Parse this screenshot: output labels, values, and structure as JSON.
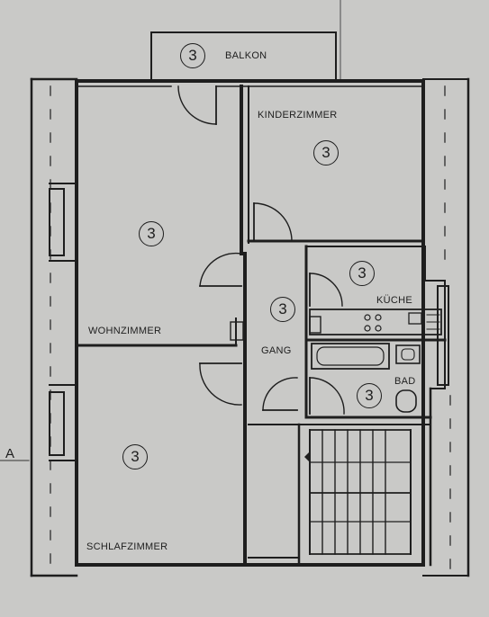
{
  "plan": {
    "rooms": [
      {
        "id": "balkon",
        "label": "BALKON",
        "number": "3"
      },
      {
        "id": "kinderzimmer",
        "label": "KINDERZIMMER",
        "number": "3"
      },
      {
        "id": "wohnzimmer",
        "label": "WOHNZIMMER",
        "number": "3"
      },
      {
        "id": "gang",
        "label": "GANG",
        "number": "3"
      },
      {
        "id": "kueche",
        "label": "KÜCHE",
        "number": "3"
      },
      {
        "id": "bad",
        "label": "BAD",
        "number": "3"
      },
      {
        "id": "schlafzimmer",
        "label": "SCHLAFZIMMER",
        "number": "3"
      }
    ],
    "axis_label": "A"
  },
  "colors": {
    "paper": "#c9c9c7",
    "ink": "#1e1e1e"
  }
}
